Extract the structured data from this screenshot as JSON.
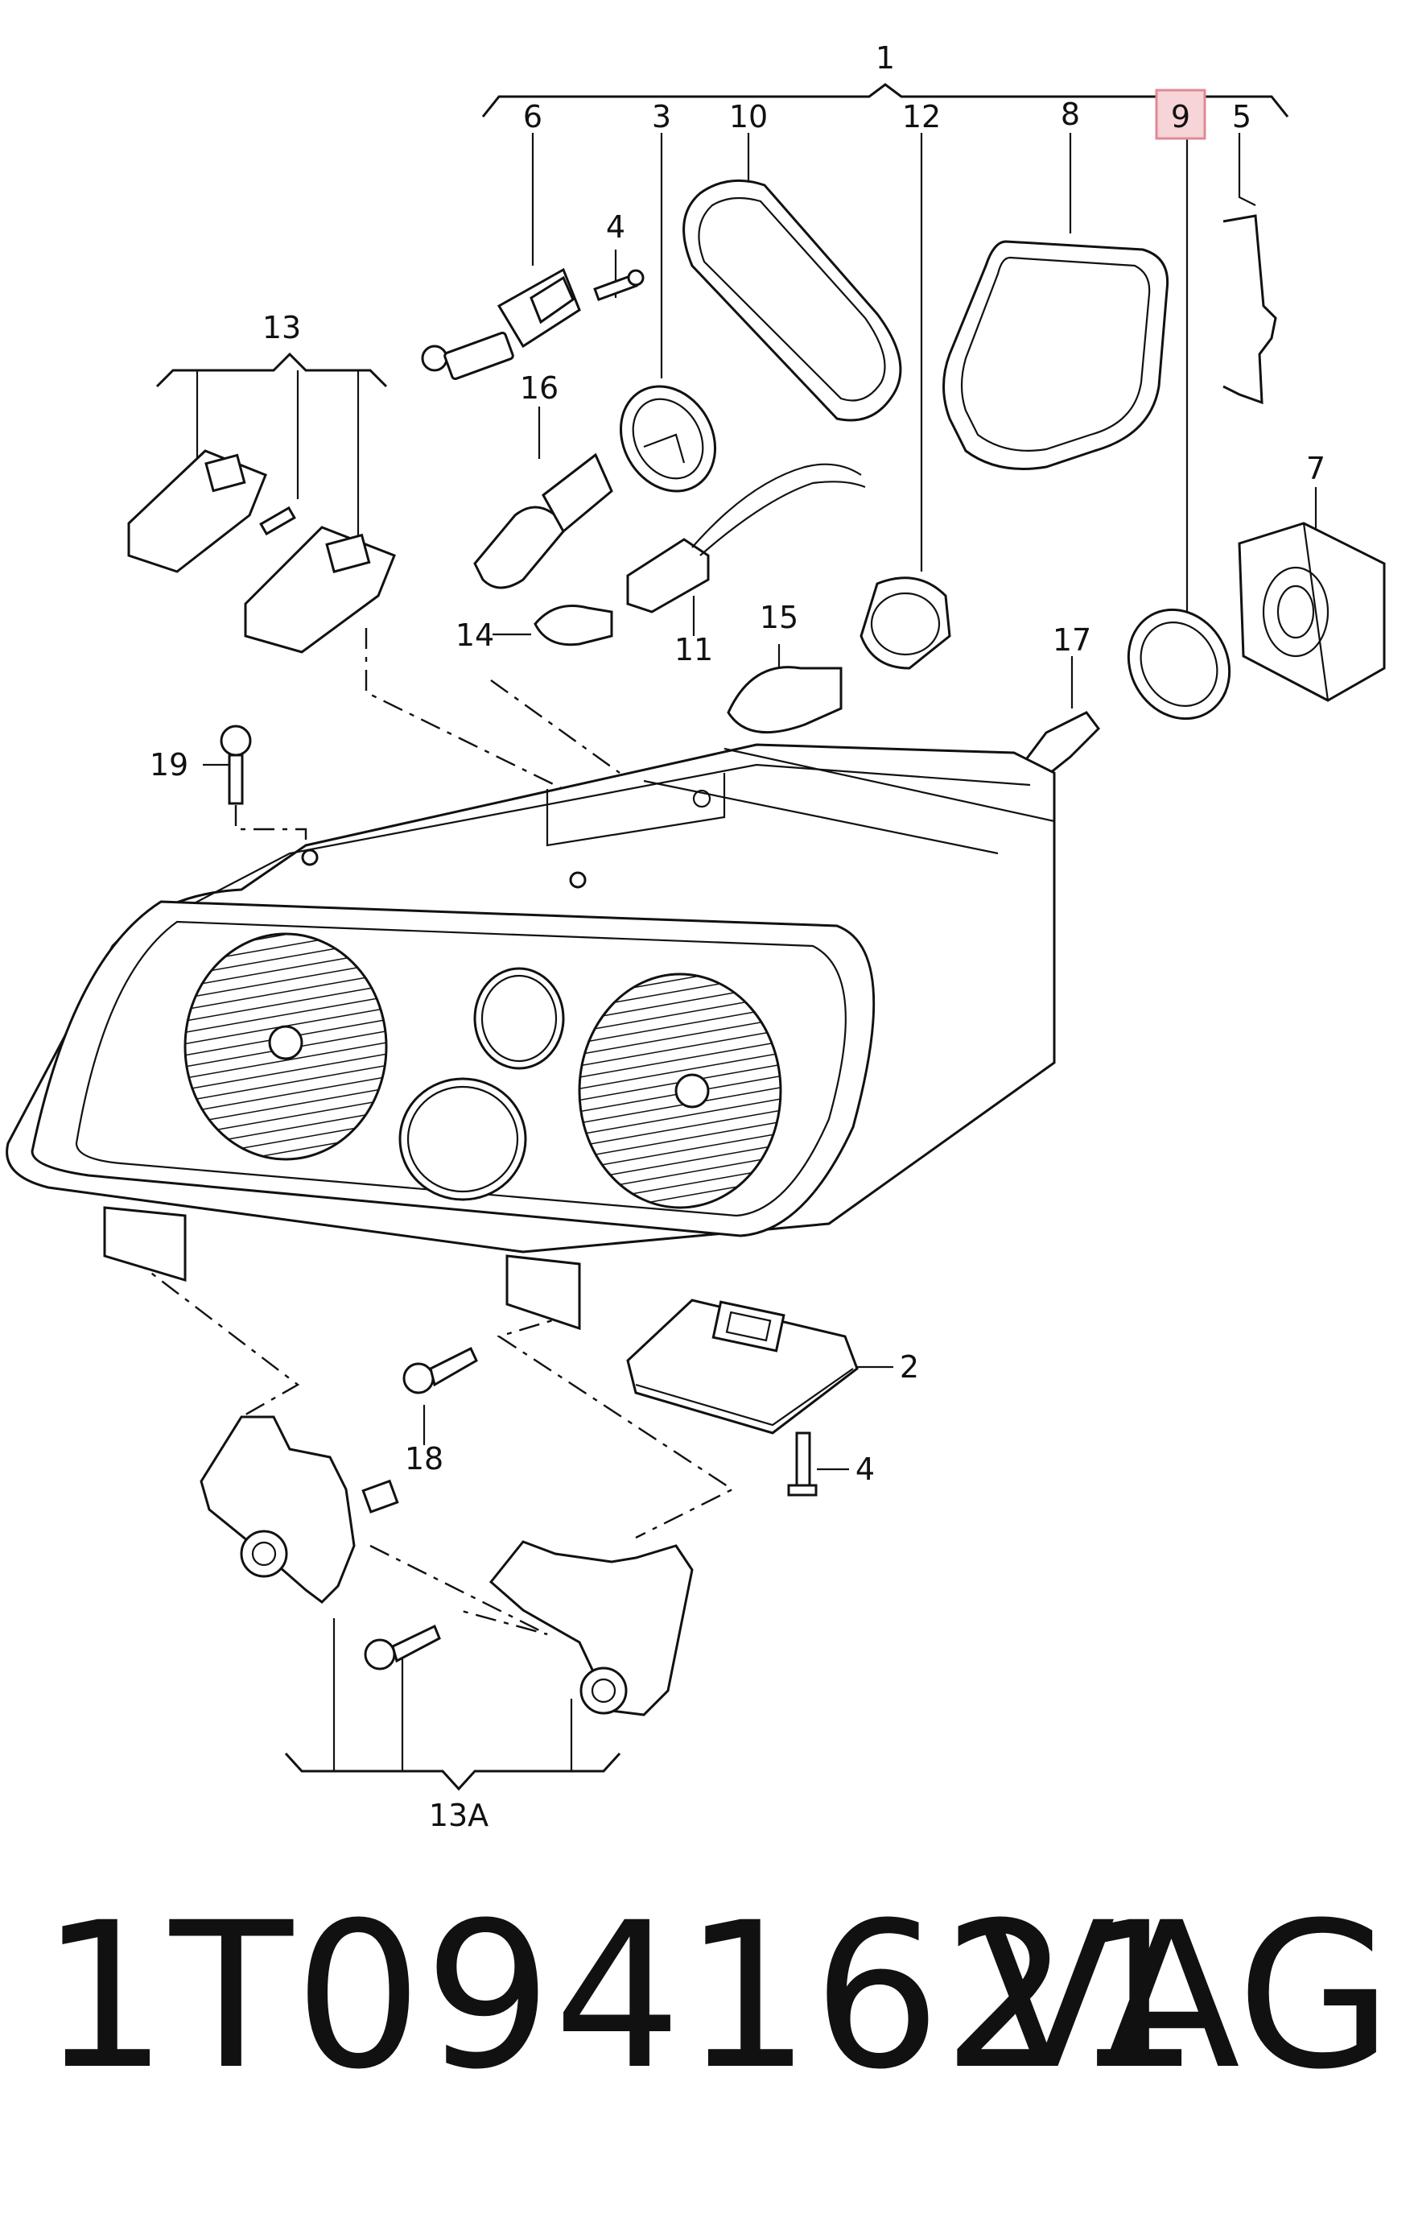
{
  "callouts": {
    "c1": "1",
    "c2": "2",
    "c3": "3",
    "c4a": "4",
    "c4b": "4",
    "c5": "5",
    "c6": "6",
    "c7": "7",
    "c8": "8",
    "c9": "9",
    "c10": "10",
    "c11": "11",
    "c12": "12",
    "c13": "13",
    "c13a": "13A",
    "c14": "14",
    "c15": "15",
    "c16": "16",
    "c17": "17",
    "c18": "18",
    "c19": "19"
  },
  "highlight_color": "#e8a0a8",
  "footer": {
    "part_number": "1T0941621",
    "brand": "VAG"
  }
}
